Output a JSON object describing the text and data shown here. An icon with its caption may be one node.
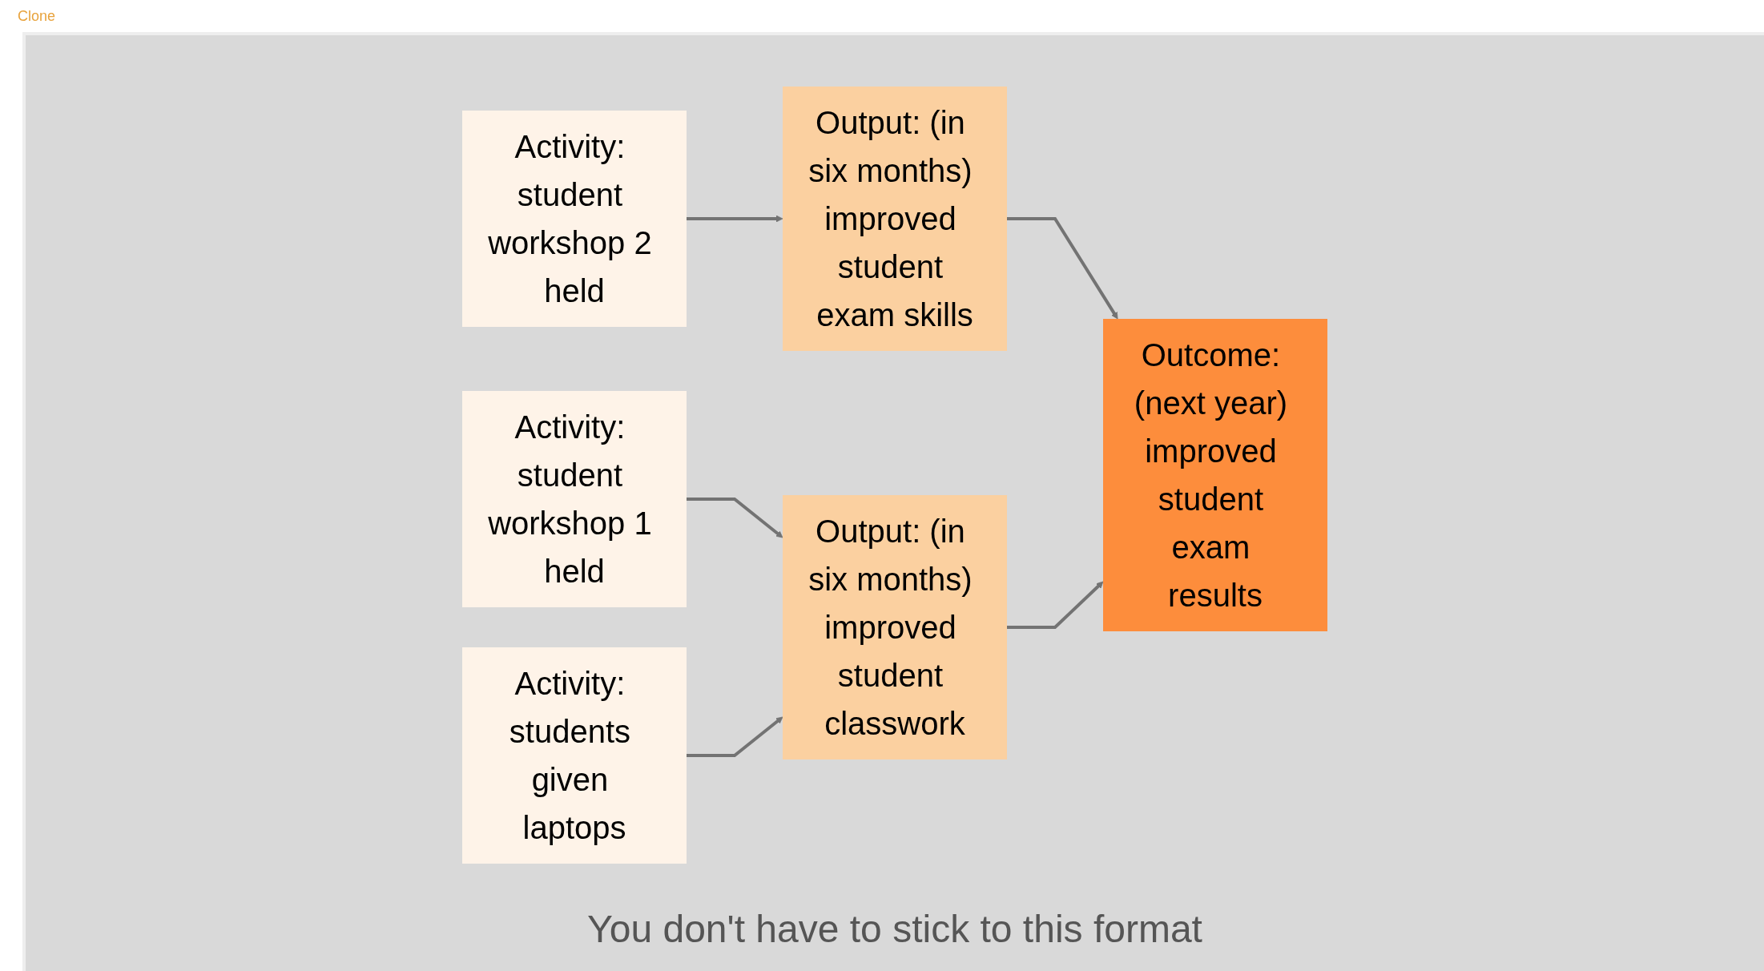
{
  "diagram": {
    "caption": "You don't have to stick to this format",
    "nodes": [
      {
        "text": [
          "Activity: student workshop 2 held"
        ]
      },
      {
        "text": [
          "Output: (in six months) improved student exam skills"
        ]
      },
      {
        "text": [
          "Outcome: (next year) improved student exam results"
        ]
      },
      {
        "text": [
          "Activity: student workshop 1 held"
        ]
      },
      {
        "text": [
          "Output: (in six months) improved student classwork"
        ]
      },
      {
        "text": [
          "Activity: students given laptops"
        ]
      }
    ],
    "edges": [
      {
        "from": 0,
        "to": 1,
        "arrow": "to"
      },
      {
        "from": 1,
        "to": 2,
        "arrow": "to"
      },
      {
        "from": 3,
        "to": 4,
        "arrow": "to"
      },
      {
        "from": 4,
        "to": 2,
        "arrow": "to"
      },
      {
        "from": 5,
        "to": 4,
        "arrow": "to"
      }
    ],
    "labels": [
      "Clone"
    ]
  }
}
